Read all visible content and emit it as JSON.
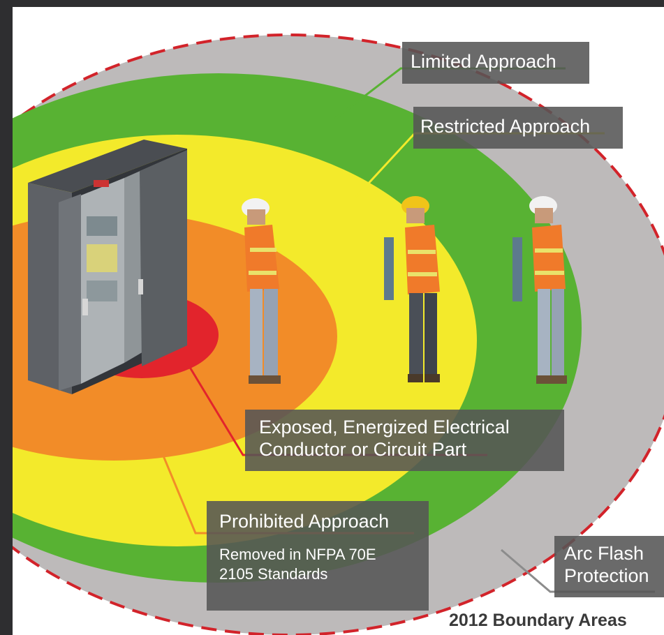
{
  "labels": {
    "limited": "Limited Approach",
    "restricted": "Restricted Approach",
    "exposed_line1": "Exposed, Energized Electrical",
    "exposed_line2": "Conductor or Circuit Part",
    "prohibited_title": "Prohibited Approach",
    "prohibited_note1": "Removed in NFPA 70E",
    "prohibited_note2": "2105 Standards",
    "arc_line1": "Arc Flash",
    "arc_line2": "Protection"
  },
  "footer": "2012 Boundary Areas",
  "colors": {
    "arc_flash_zone": "#bdbaba",
    "limited_zone": "#58b233",
    "restricted_zone": "#f3ea2b",
    "prohibited_zone": "#f28c28",
    "exposed_zone": "#e2242c",
    "boundary_dash": "#d2232a",
    "label_bg": "#555555"
  }
}
